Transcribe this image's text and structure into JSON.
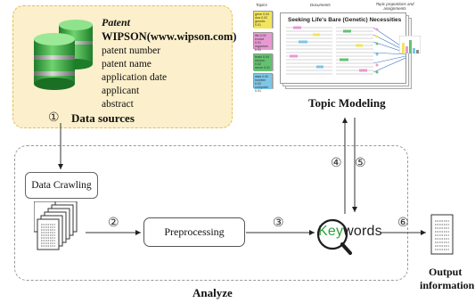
{
  "data_sources": {
    "patent_title": "Patent",
    "source": "WIPSON(www.wipson.com)",
    "fields": [
      "patent number",
      "patent name",
      "application date",
      "applicant",
      "abstract"
    ],
    "step_number": "①",
    "label": "Data sources"
  },
  "topic_modeling": {
    "label": "Topic Modeling",
    "headers": {
      "topics": "Topics",
      "documents": "Documents",
      "proportions": "Topic proportions and assignments"
    },
    "document_title": "Seeking Life's Bare (Genetic) Necessities",
    "topic_cards": [
      {
        "words": [
          "gene",
          "dna",
          "genetic"
        ],
        "values": [
          "0.04",
          "0.02",
          "0.01"
        ],
        "color": "#f2e55c"
      },
      {
        "words": [
          "life",
          "evolve",
          "organism"
        ],
        "values": [
          "0.02",
          "0.01",
          "0.01"
        ],
        "color": "#e79ad2"
      },
      {
        "words": [
          "brain",
          "neuron",
          "nerve"
        ],
        "values": [
          "0.04",
          "0.02",
          "0.01"
        ],
        "color": "#63c270"
      },
      {
        "words": [
          "data",
          "number",
          "computer"
        ],
        "values": [
          "0.02",
          "0.02",
          "0.01"
        ],
        "color": "#7cc6e6"
      }
    ]
  },
  "analyze": {
    "label": "Analyze",
    "data_crawling": "Data Crawling",
    "preprocessing": "Preprocessing",
    "keywords_prefix": "Key",
    "keywords_suffix": "words",
    "steps": {
      "s2": "②",
      "s3": "③",
      "s4": "④",
      "s5": "⑤",
      "s6": "⑥"
    }
  },
  "output": {
    "line1": "Output",
    "line2": "information"
  },
  "colors": {
    "data_box_fill": "#fcefcb",
    "data_box_border": "#e2c05a",
    "cylinder_green": "#3fae49",
    "keyword_green": "#2e9f3a"
  }
}
